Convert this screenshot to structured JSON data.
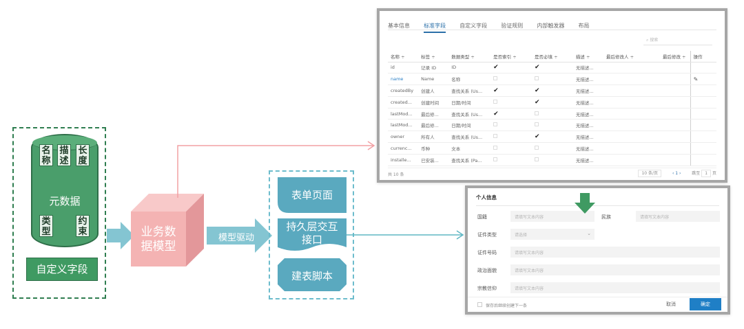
{
  "left": {
    "tags": {
      "name": "名称",
      "desc": "描述",
      "length": "长度",
      "type": "类型",
      "constraint": "约束"
    },
    "cylinder_label": "元数据",
    "custom_field": "自定义字段"
  },
  "cube_label": "业务数据模型",
  "driver_label": "模型驱动",
  "outputs": [
    "表单页面",
    "持久层交互接口",
    "建表脚本"
  ],
  "table_screen": {
    "tabs": [
      "基本信息",
      "标准字段",
      "自定义字段",
      "验证规则",
      "内部触发器",
      "布局"
    ],
    "active_tab": 1,
    "search_placeholder": "搜索",
    "columns": [
      "名称 ÷",
      "标签 ÷",
      "数据类型 ÷",
      "是否索引 ÷",
      "是否必填 ÷",
      "描述 ÷",
      "最后修改人 ÷",
      "最后修改 ÷",
      "操作"
    ],
    "rows": [
      {
        "name": "id",
        "label": "记录 ID",
        "type": "ID",
        "index": true,
        "required": true,
        "desc": "无描述..."
      },
      {
        "name": "name",
        "label": "Name",
        "type": "名称",
        "index": false,
        "required": false,
        "desc": "无描述..."
      },
      {
        "name": "createdBy",
        "label": "创建人",
        "type": "查找关系 (Us...",
        "index": true,
        "required": true,
        "desc": "无描述..."
      },
      {
        "name": "created...",
        "label": "创建时间",
        "type": "日期/时间",
        "index": false,
        "required": true,
        "desc": "无描述..."
      },
      {
        "name": "lastMod...",
        "label": "最后修...",
        "type": "查找关系 (Us...",
        "index": true,
        "required": false,
        "desc": "无描述..."
      },
      {
        "name": "lastMod...",
        "label": "最后修...",
        "type": "日期/时间",
        "index": false,
        "required": false,
        "desc": "无描述..."
      },
      {
        "name": "owner",
        "label": "所有人",
        "type": "查找关系 (Us...",
        "index": false,
        "required": true,
        "desc": "无描述..."
      },
      {
        "name": "currenc...",
        "label": "币种",
        "type": "文本",
        "index": false,
        "required": false,
        "desc": "无描述..."
      },
      {
        "name": "installe...",
        "label": "已安装...",
        "type": "查找关系 (Pa...",
        "index": false,
        "required": false,
        "desc": "无描述..."
      }
    ],
    "footer_left": "共 10 条",
    "page_size": "10 条/页",
    "pagination": "‹  1  ›",
    "goto_label": "跳至",
    "goto_value": "1",
    "goto_suffix": "页"
  },
  "form_screen": {
    "title": "个人信息",
    "fields": {
      "f1": "国籍",
      "f2": "民族",
      "f3": "证件类型",
      "f4": "证件号码",
      "f5": "政治面貌",
      "f6": "宗教信仰"
    },
    "placeholder": "请填写文本内容",
    "select_placeholder": "请选择",
    "checkbox_label": "保存后继续创建下一条",
    "cancel": "取消",
    "confirm": "确定"
  },
  "colors": {
    "green": "#3f9a62",
    "pink": "#f4b3b3",
    "teal": "#5aa9bf",
    "accent": "#1f7fc6"
  }
}
